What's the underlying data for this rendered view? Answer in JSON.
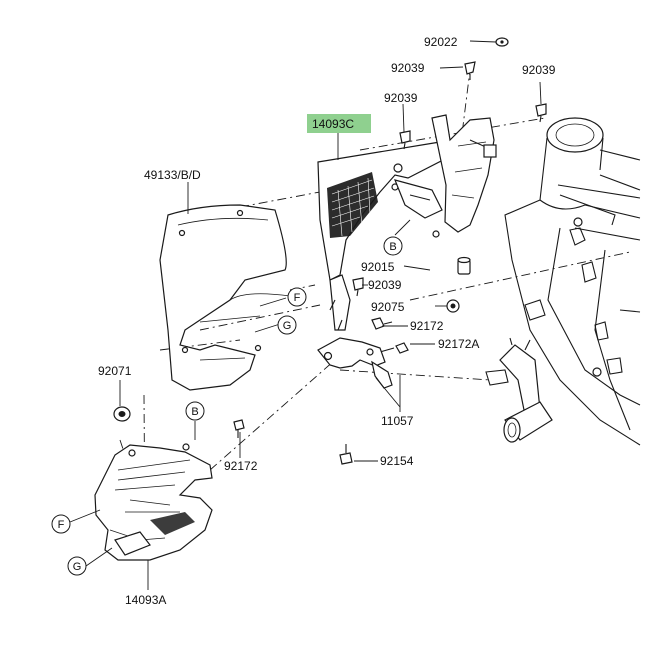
{
  "colors": {
    "highlight": "#8fd08f",
    "ink": "#1a1a1a",
    "background": "#ffffff"
  },
  "labels": {
    "p92022": "92022",
    "p92039_top": "92039",
    "p92039_right": "92039",
    "p92039_mid": "92039",
    "p14093C": "14093C",
    "p49133": "49133/B/D",
    "p92015": "92015",
    "p92039_low": "92039",
    "p92075": "92075",
    "p92172_a": "92172",
    "p92172A": "92172A",
    "p11057": "11057",
    "p92071": "92071",
    "p92172_b": "92172",
    "p92154": "92154",
    "p14093A": "14093A"
  },
  "markers": {
    "B1": "B",
    "B2": "B",
    "F1": "F",
    "G1": "G",
    "F2": "F",
    "G2": "G"
  }
}
